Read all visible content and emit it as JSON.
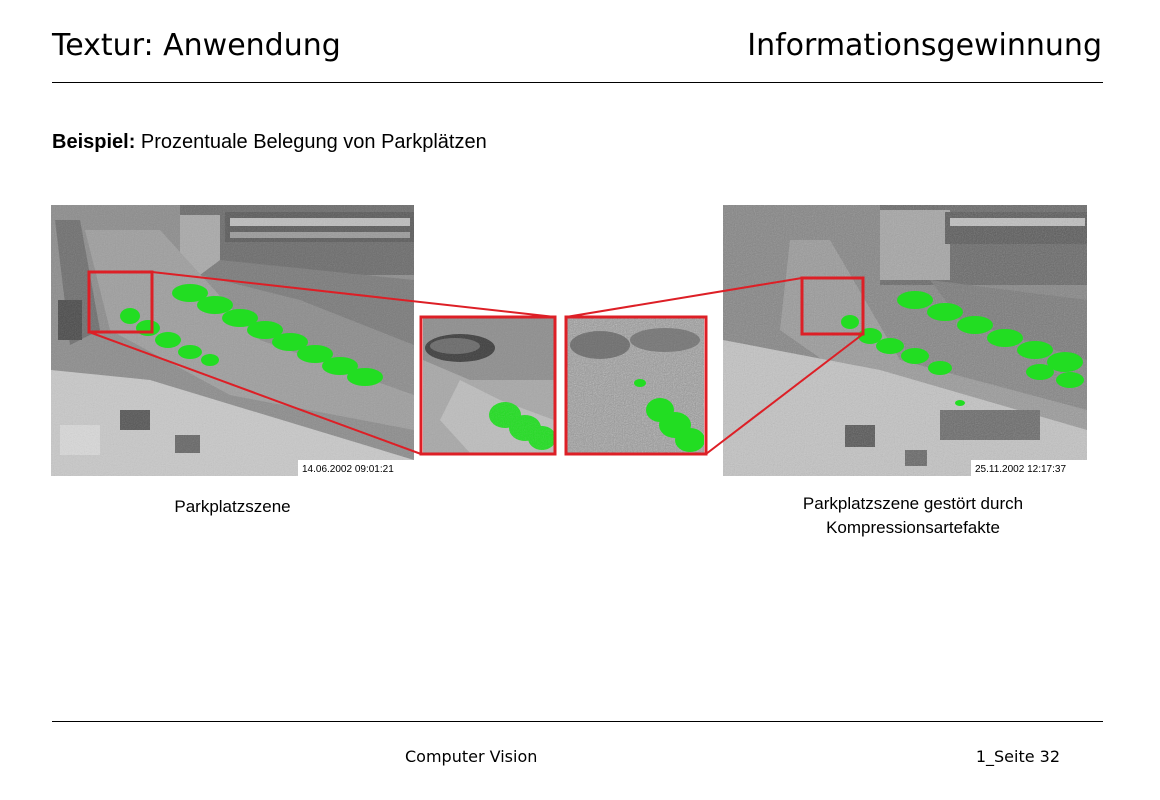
{
  "header": {
    "title_left": "Textur: Anwendung",
    "title_right": "Informationsgewinnung"
  },
  "content": {
    "example_label": "Beispiel:",
    "example_text": " Prozentuale Belegung von Parkplätzen"
  },
  "images": {
    "left_timestamp": "14.06.2002 09:01:21",
    "right_timestamp": "25.11.2002 12:17:37",
    "left_caption": "Parkplatzszene",
    "right_caption_line1": "Parkplatzszene gestört durch",
    "right_caption_line2": "Kompressionsartefakte"
  },
  "footer": {
    "course": "Computer Vision",
    "page": "1_Seite 32"
  },
  "colors": {
    "highlight": "#dd1f26",
    "detection": "#22dd22"
  }
}
